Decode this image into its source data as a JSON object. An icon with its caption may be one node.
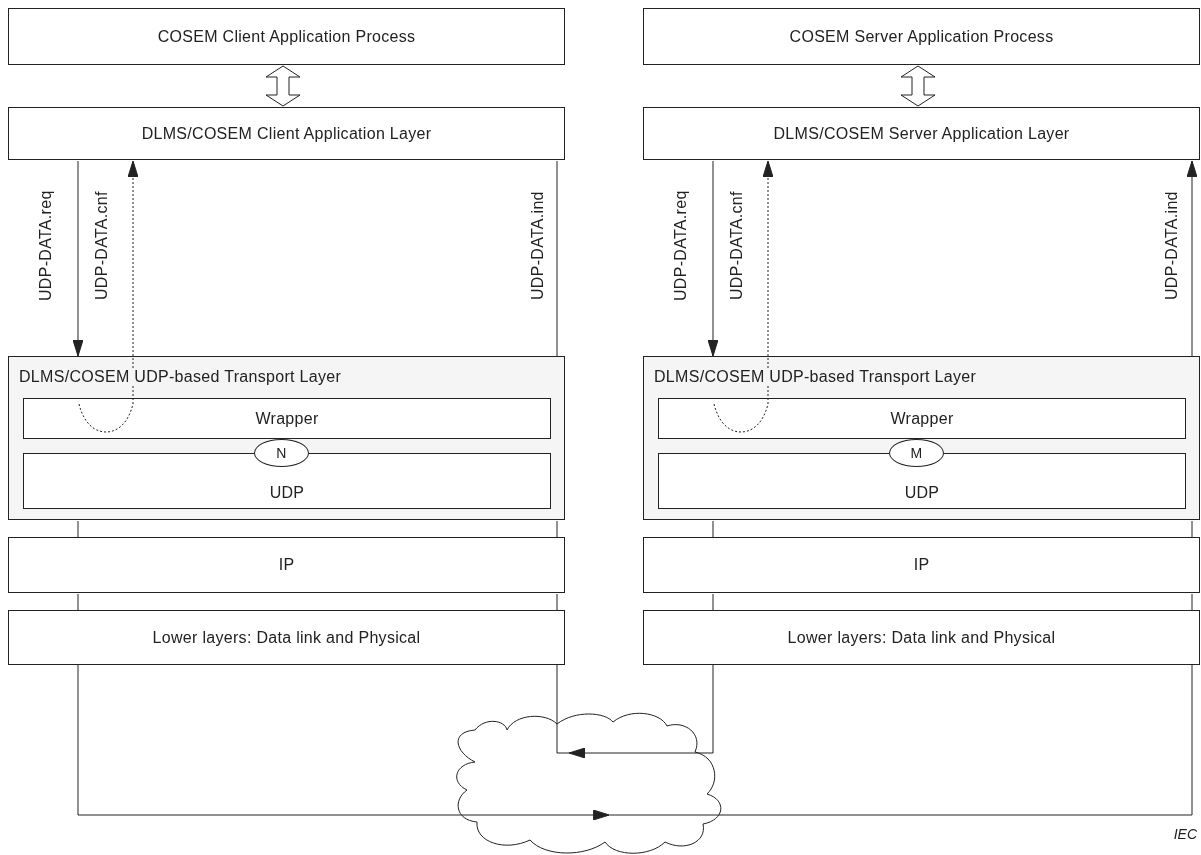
{
  "diagram": {
    "nodes": [
      {
        "text": [
          "COSEM Client Application Process"
        ]
      },
      {
        "text": [
          "DLMS/COSEM Client Application Layer"
        ]
      },
      {
        "text": [
          "DLMS/COSEM UDP-based Transport Layer"
        ]
      },
      {
        "text": [
          "Wrapper"
        ],
        "in": 2
      },
      {
        "text": [
          "UDP"
        ],
        "in": 2
      },
      {
        "text": [
          "N"
        ],
        "in": 2
      },
      {
        "text": [
          "IP"
        ]
      },
      {
        "text": [
          "Lower layers: Data link and Physical"
        ]
      },
      {
        "text": [
          "COSEM Server Application Process"
        ]
      },
      {
        "text": [
          "DLMS/COSEM Server Application Layer"
        ]
      },
      {
        "text": [
          "DLMS/COSEM UDP-based Transport Layer"
        ]
      },
      {
        "text": [
          "Wrapper"
        ],
        "in": 10
      },
      {
        "text": [
          "UDP"
        ],
        "in": 10
      },
      {
        "text": [
          "M"
        ],
        "in": 10
      },
      {
        "text": [
          "IP"
        ]
      },
      {
        "text": [
          "Lower layers: Data link and Physical"
        ]
      },
      {
        "text": [],
        "shape": "cloud"
      }
    ],
    "edges": [
      {
        "from": 0,
        "to": 1,
        "arrow": "both"
      },
      {
        "from": 8,
        "to": 9,
        "arrow": "both"
      },
      {
        "from": 1,
        "to": 2,
        "arrow": "to",
        "label": "UDP-DATA.req"
      },
      {
        "from": 3,
        "to": 1,
        "arrow": "to",
        "label": "UDP-DATA.cnf",
        "style": "dashed"
      },
      {
        "from": 2,
        "to": 6,
        "arrow": "none"
      },
      {
        "from": 6,
        "to": 7,
        "arrow": "none"
      },
      {
        "from": 7,
        "to": 16,
        "arrow": "to"
      },
      {
        "from": 16,
        "to": 15,
        "arrow": "none"
      },
      {
        "from": 15,
        "to": 14,
        "arrow": "none"
      },
      {
        "from": 14,
        "to": 10,
        "arrow": "none"
      },
      {
        "from": 10,
        "to": 9,
        "arrow": "to",
        "label": "UDP-DATA.ind"
      },
      {
        "from": 9,
        "to": 10,
        "arrow": "to",
        "label": "UDP-DATA.req"
      },
      {
        "from": 11,
        "to": 9,
        "arrow": "to",
        "label": "UDP-DATA.cnf",
        "style": "dashed"
      },
      {
        "from": 10,
        "to": 14,
        "arrow": "none"
      },
      {
        "from": 14,
        "to": 15,
        "arrow": "none"
      },
      {
        "from": 15,
        "to": 16,
        "arrow": "to"
      },
      {
        "from": 16,
        "to": 7,
        "arrow": "none"
      },
      {
        "from": 7,
        "to": 6,
        "arrow": "none"
      },
      {
        "from": 6,
        "to": 2,
        "arrow": "none"
      },
      {
        "from": 2,
        "to": 1,
        "arrow": "none",
        "label": "UDP-DATA.ind"
      }
    ],
    "labels": [
      "IEC"
    ]
  }
}
